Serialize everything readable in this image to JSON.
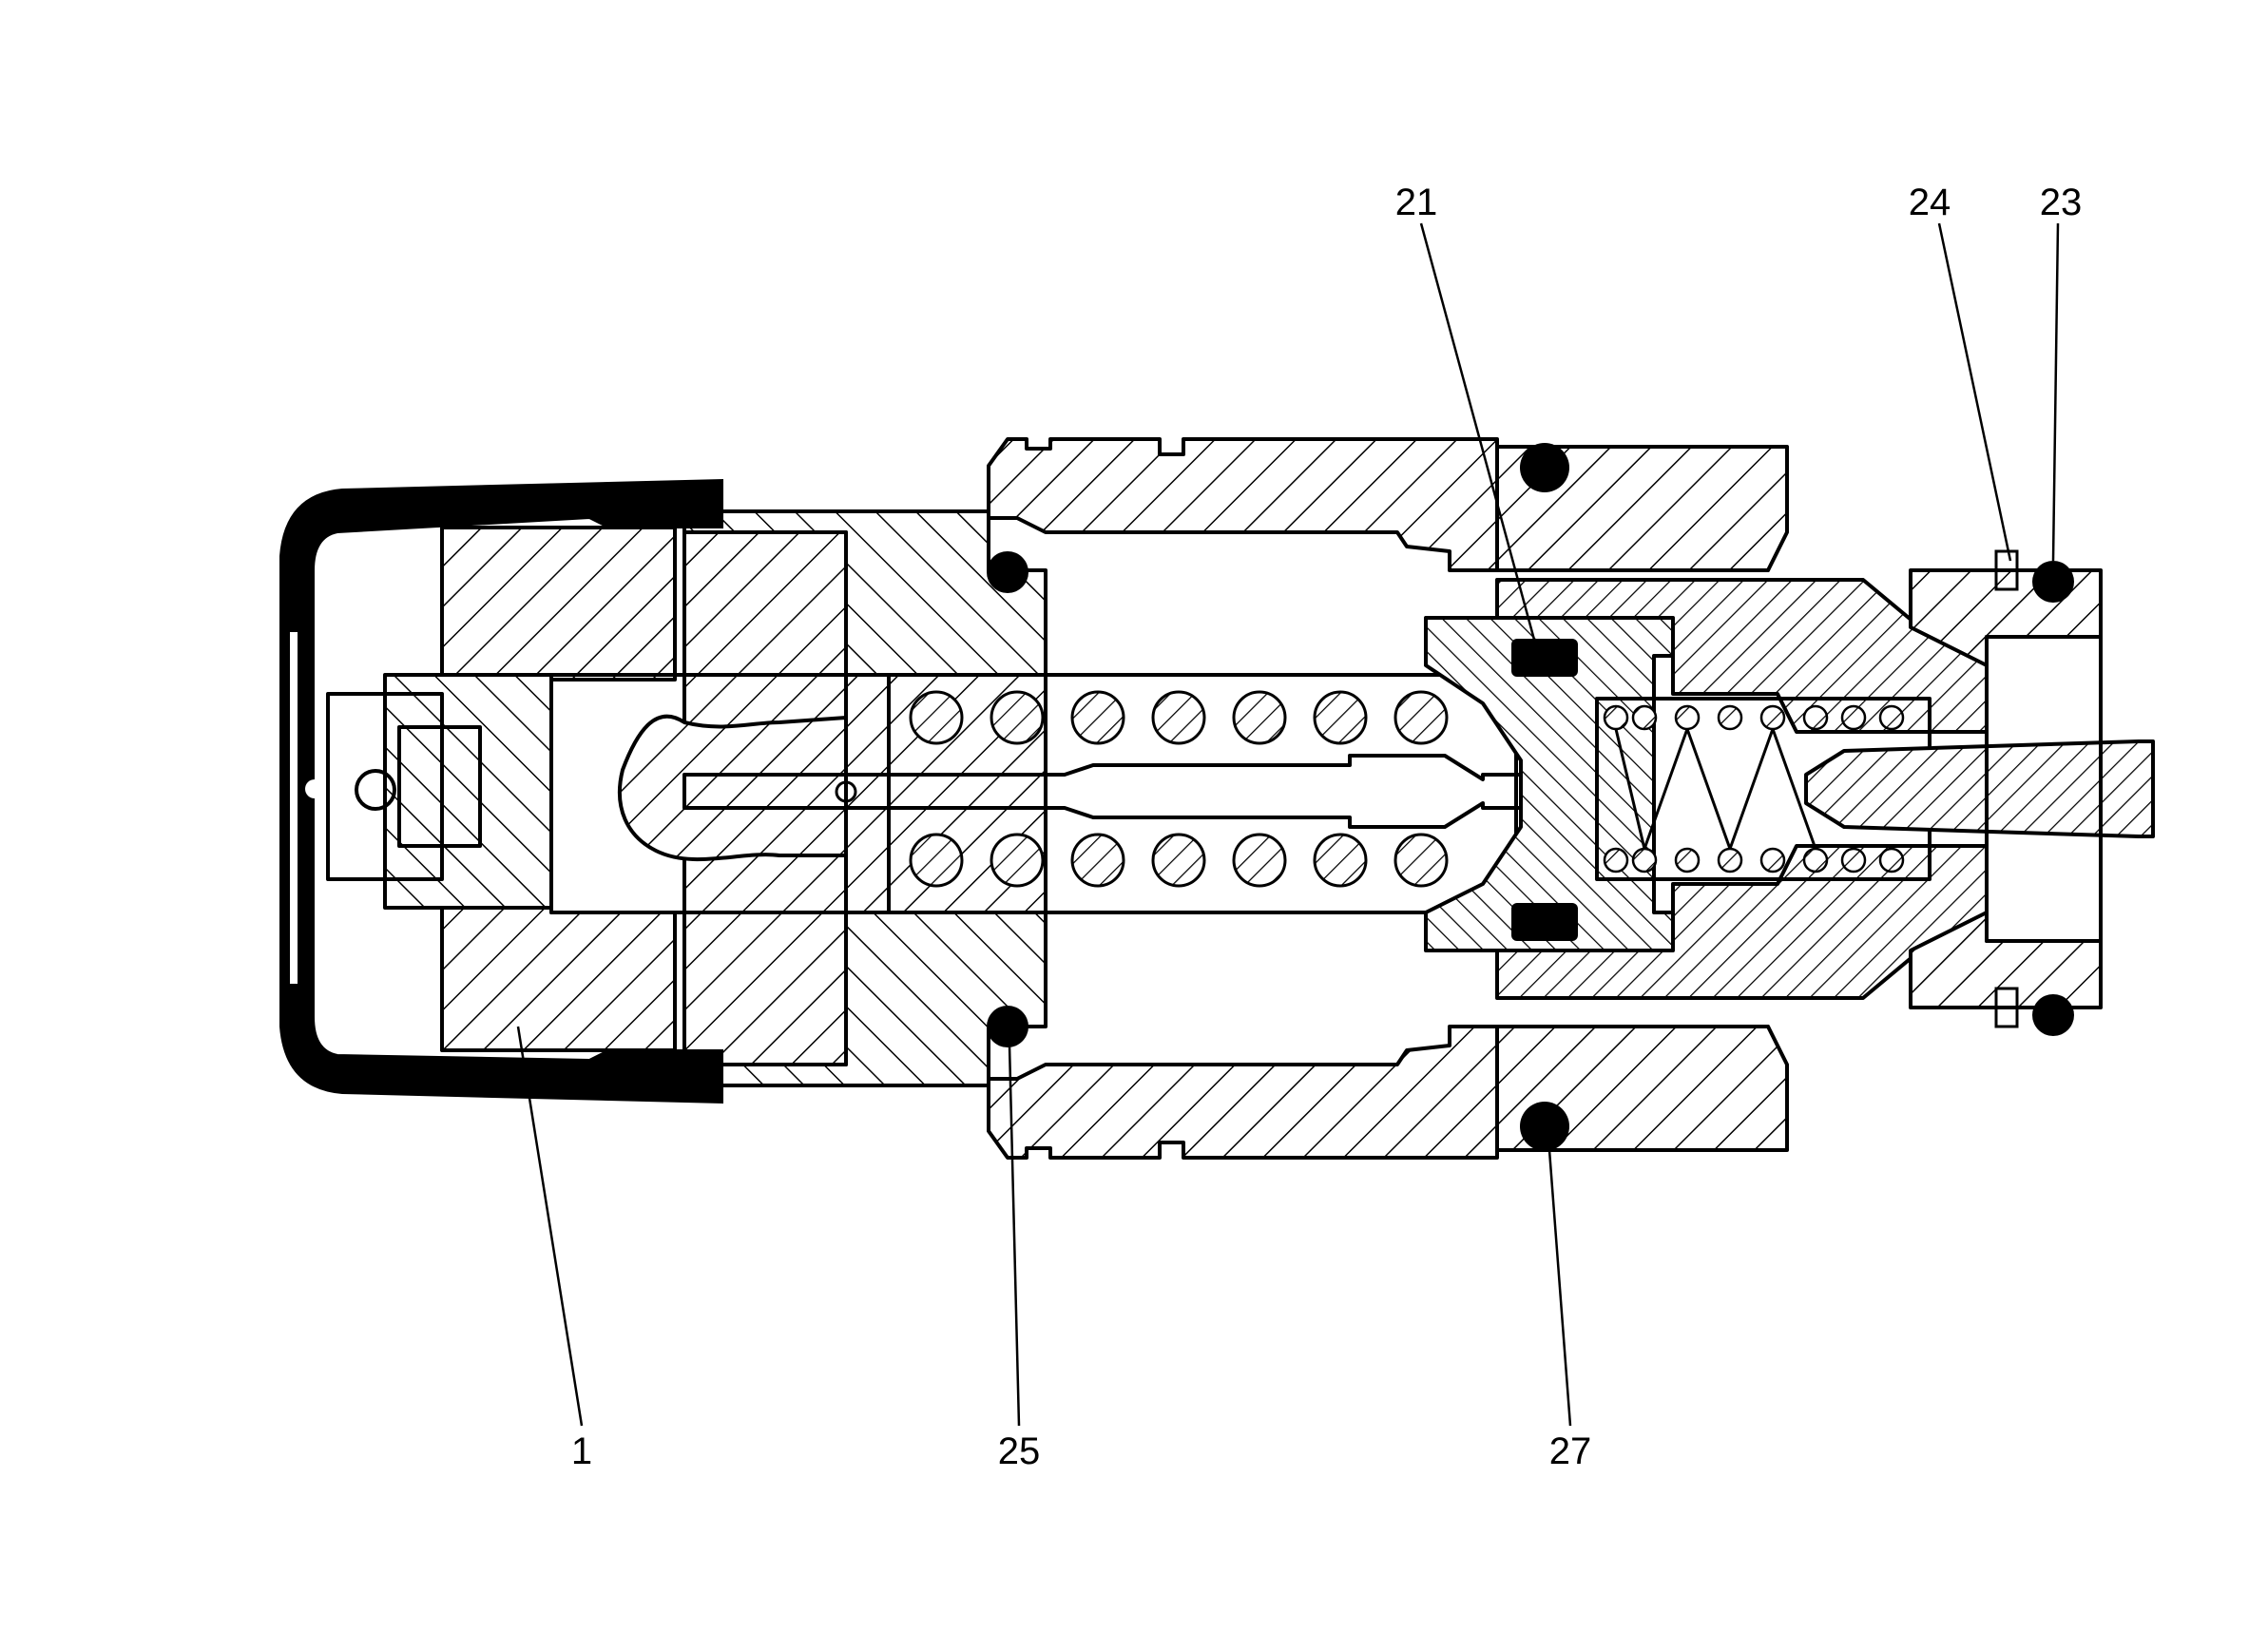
{
  "drawing": {
    "colors": {
      "line": "#000000",
      "background": "#ffffff",
      "seal": "#000000"
    },
    "callouts": [
      {
        "id": "callout-1",
        "label": "1"
      },
      {
        "id": "callout-21",
        "label": "21"
      },
      {
        "id": "callout-23",
        "label": "23"
      },
      {
        "id": "callout-24",
        "label": "24"
      },
      {
        "id": "callout-25",
        "label": "25"
      },
      {
        "id": "callout-27",
        "label": "27"
      }
    ]
  }
}
